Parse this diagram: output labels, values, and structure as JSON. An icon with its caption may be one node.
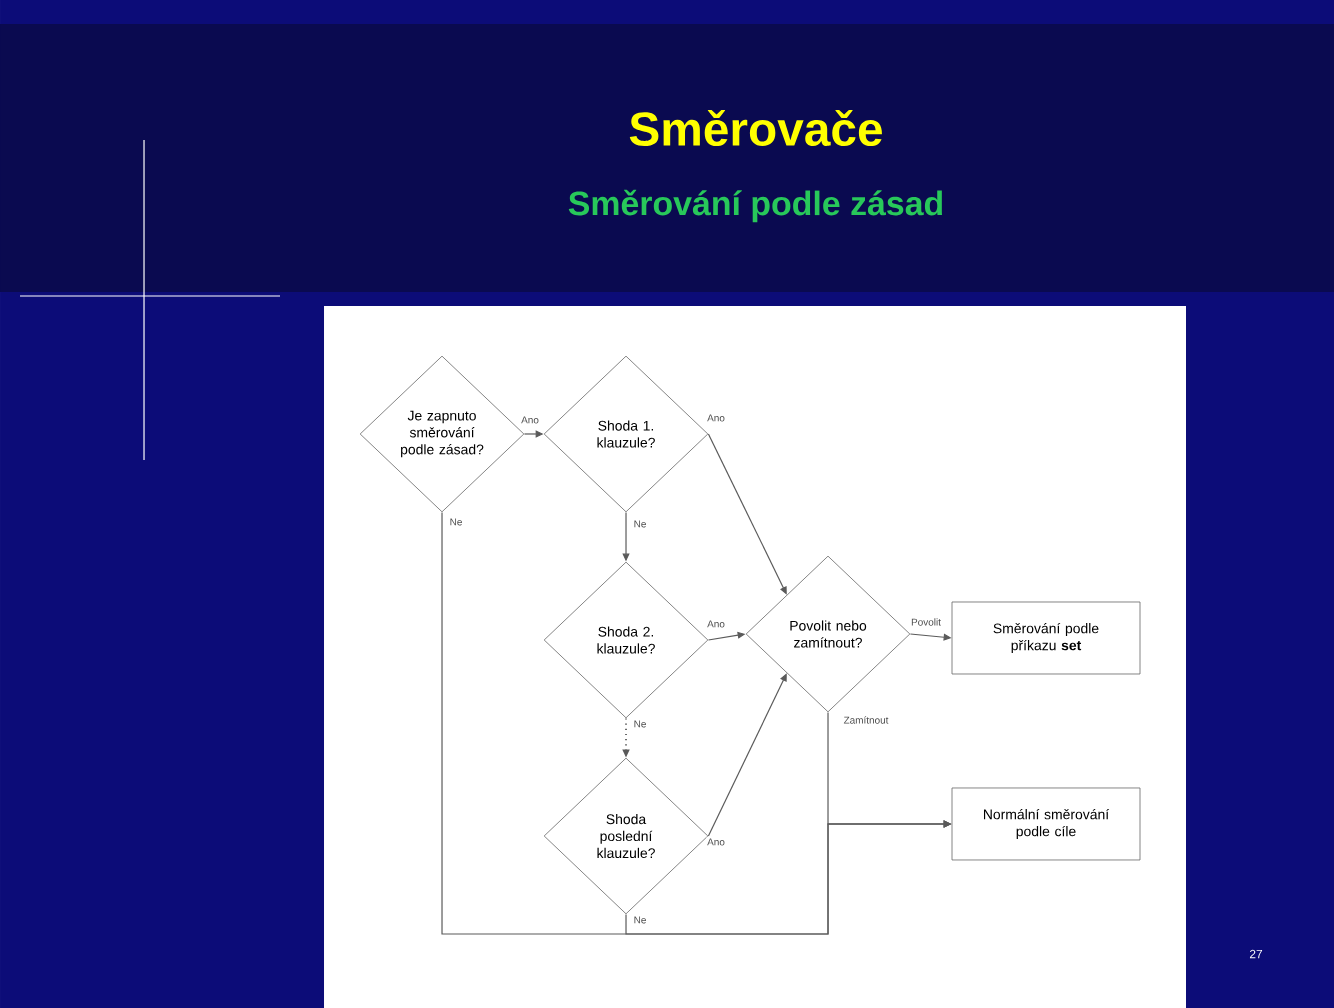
{
  "diagram": {
    "title": "Směrovače",
    "nodes": [
      {
        "text": [
          "Je zapnuto směrování podle zásad?"
        ]
      },
      {
        "text": [
          "Shoda 1. klauzule?"
        ]
      },
      {
        "text": [
          "Shoda 2. klauzule?"
        ]
      },
      {
        "text": [
          "Shoda poslední klauzule?"
        ]
      },
      {
        "text": [
          "Povolit nebo zamítnout?"
        ]
      },
      {
        "text": [
          "Směrování podle příkazu **set**"
        ]
      },
      {
        "text": [
          "Normální směrování podle cíle"
        ]
      }
    ],
    "edges": [
      {
        "from": 0,
        "to": 1,
        "arrow": "to",
        "label": "Ano"
      },
      {
        "from": 1,
        "to": 4,
        "arrow": "to",
        "label": "Ano"
      },
      {
        "from": 1,
        "to": 2,
        "arrow": "to",
        "label": "Ne"
      },
      {
        "from": 2,
        "to": 4,
        "arrow": "to",
        "label": "Ano"
      },
      {
        "from": 2,
        "to": 3,
        "arrow": "to",
        "label": "Ne",
        "style": "dashed"
      },
      {
        "from": 3,
        "to": 4,
        "arrow": "to",
        "label": "Ano"
      },
      {
        "from": 4,
        "to": 5,
        "arrow": "to",
        "label": "Povolit"
      },
      {
        "from": 4,
        "to": 6,
        "arrow": "to",
        "label": "Zamítnout"
      },
      {
        "from": 0,
        "to": 6,
        "arrow": "to",
        "label": "Ne"
      },
      {
        "from": 3,
        "to": 6,
        "arrow": "to",
        "label": "Ne"
      }
    ],
    "labels": [
      "Směrování podle zásad",
      "27"
    ]
  }
}
